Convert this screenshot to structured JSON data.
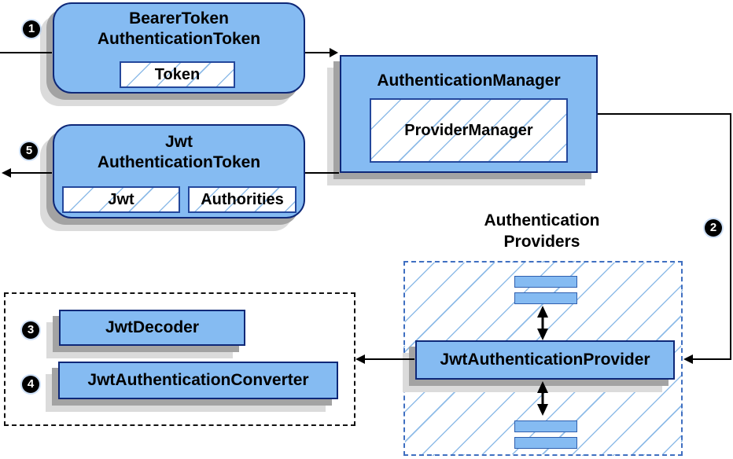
{
  "colors": {
    "box-fill": "#85bbf2",
    "box-border": "#0e2878",
    "inner-border": "#23479c",
    "bar-border": "#2f5fae",
    "hatch-line": "#8fbce8",
    "providers-border": "#3f6fc1",
    "dashed-black": "#111111",
    "shadow-dark": "#a3a3a3",
    "shadow-light": "#dbdbdb",
    "line-color": "#000000",
    "badge-bg": "#000000",
    "badge-text": "#ffffff"
  },
  "nodes": {
    "bearer_token": {
      "title_line1": "BearerToken",
      "title_line2": "AuthenticationToken",
      "field": "Token"
    },
    "authentication_manager": {
      "title": "AuthenticationManager",
      "impl": "ProviderManager"
    },
    "jwt_authentication_token": {
      "title_line1": "Jwt",
      "title_line2": "AuthenticationToken",
      "field1": "Jwt",
      "field2": "Authorities"
    },
    "authentication_providers": {
      "title_line1": "Authentication",
      "title_line2": "Providers",
      "provider": "JwtAuthenticationProvider"
    },
    "jwt_decoder": {
      "label": "JwtDecoder"
    },
    "jwt_authentication_converter": {
      "label": "JwtAuthenticationConverter"
    }
  },
  "badges": {
    "step1": "1",
    "step2": "2",
    "step3": "3",
    "step4": "4",
    "step5": "5"
  }
}
